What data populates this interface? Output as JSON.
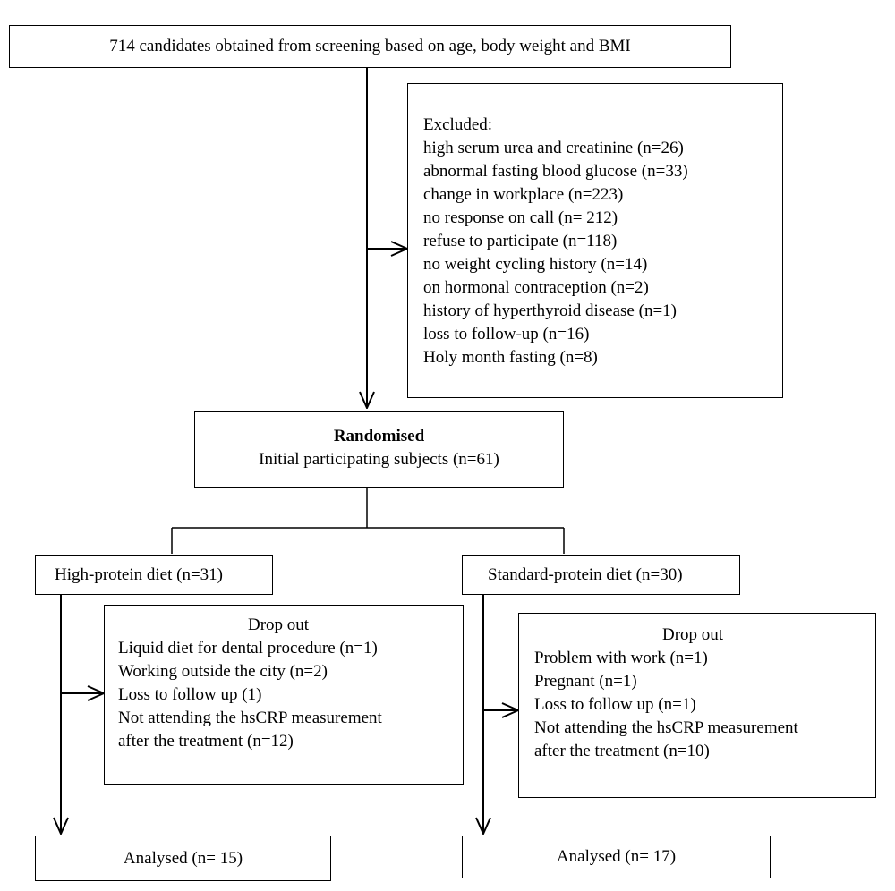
{
  "screening": {
    "text": "714 candidates obtained from screening based on age, body weight and BMI"
  },
  "excluded": {
    "title": "Excluded:",
    "items": [
      "high serum urea and creatinine (n=26)",
      "abnormal fasting blood glucose (n=33)",
      "change in workplace (n=223)",
      "no response on call (n= 212)",
      "refuse to participate (n=118)",
      "no weight cycling history (n=14)",
      "on hormonal contraception (n=2)",
      "history of hyperthyroid disease (n=1)",
      "loss to follow-up (n=16)",
      "Holy month fasting (n=8)"
    ]
  },
  "randomised": {
    "title": "Randomised",
    "subtitle": "Initial participating subjects (n=61)"
  },
  "arms": {
    "high_protein": {
      "label": "High-protein diet (n=31)",
      "dropout": {
        "title": "Drop out",
        "items": [
          "Liquid diet for dental procedure (n=1)",
          "Working outside the city (n=2)",
          "Loss to follow up (1)",
          "Not attending the hsCRP measurement",
          "after the treatment (n=12)"
        ]
      },
      "analysed": "Analysed (n= 15)"
    },
    "standard_protein": {
      "label": "Standard-protein diet (n=30)",
      "dropout": {
        "title": "Drop out",
        "items": [
          "Problem with work (n=1)",
          "Pregnant (n=1)",
          "Loss to follow up (n=1)",
          "Not attending the hsCRP measurement",
          "after the treatment (n=10)"
        ]
      },
      "analysed": "Analysed (n= 17)"
    }
  }
}
